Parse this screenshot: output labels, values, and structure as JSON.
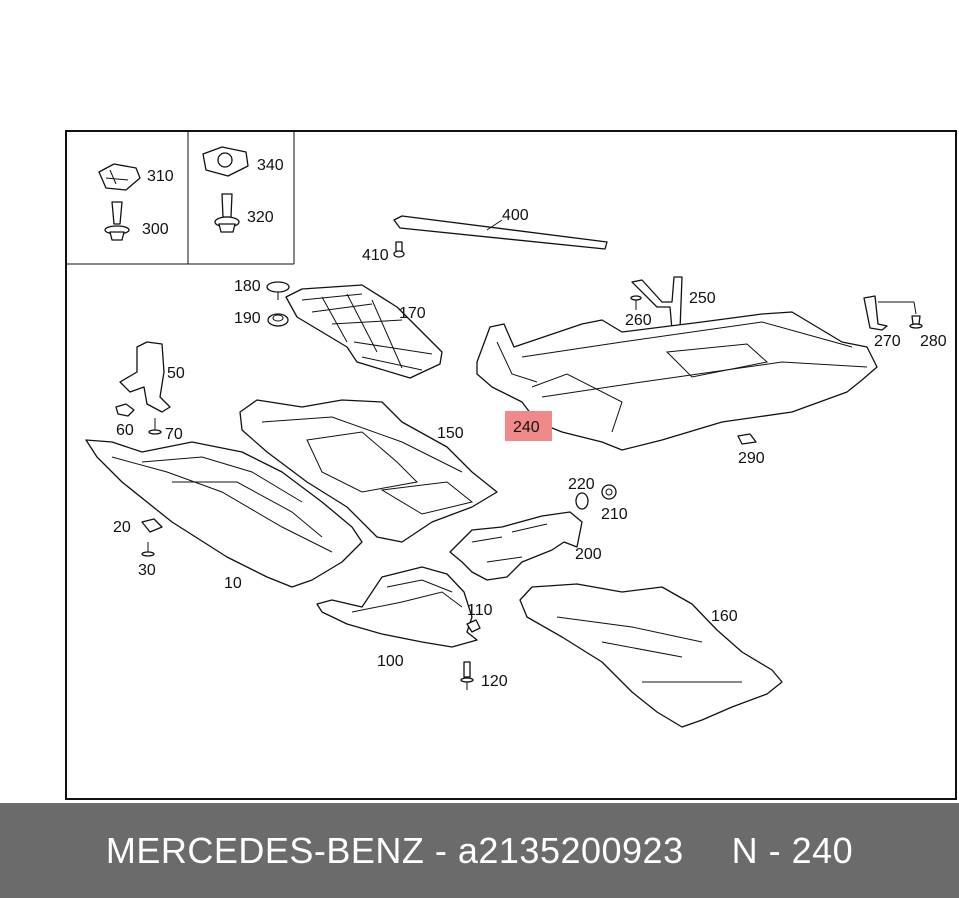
{
  "diagram": {
    "highlight_color": "#f08a8a",
    "highlighted_part": "240",
    "inset_labels": {
      "clip": "310",
      "bolt": "300",
      "nut": "340",
      "screw": "320"
    },
    "labels": {
      "p400": "400",
      "p410": "410",
      "p180": "180",
      "p190": "190",
      "p170": "170",
      "p250": "250",
      "p260": "260",
      "p270": "270",
      "p280": "280",
      "p50": "50",
      "p60": "60",
      "p70": "70",
      "p150": "150",
      "p240": "240",
      "p290": "290",
      "p220": "220",
      "p210": "210",
      "p200": "200",
      "p20": "20",
      "p30": "30",
      "p10": "10",
      "p110": "110",
      "p160": "160",
      "p100": "100",
      "p120": "120"
    }
  },
  "footer": {
    "brand": "MERCEDES-BENZ",
    "separator": " - ",
    "part_number": "a2135200923",
    "ref": "N - 240",
    "background": "#6b6b6b"
  }
}
